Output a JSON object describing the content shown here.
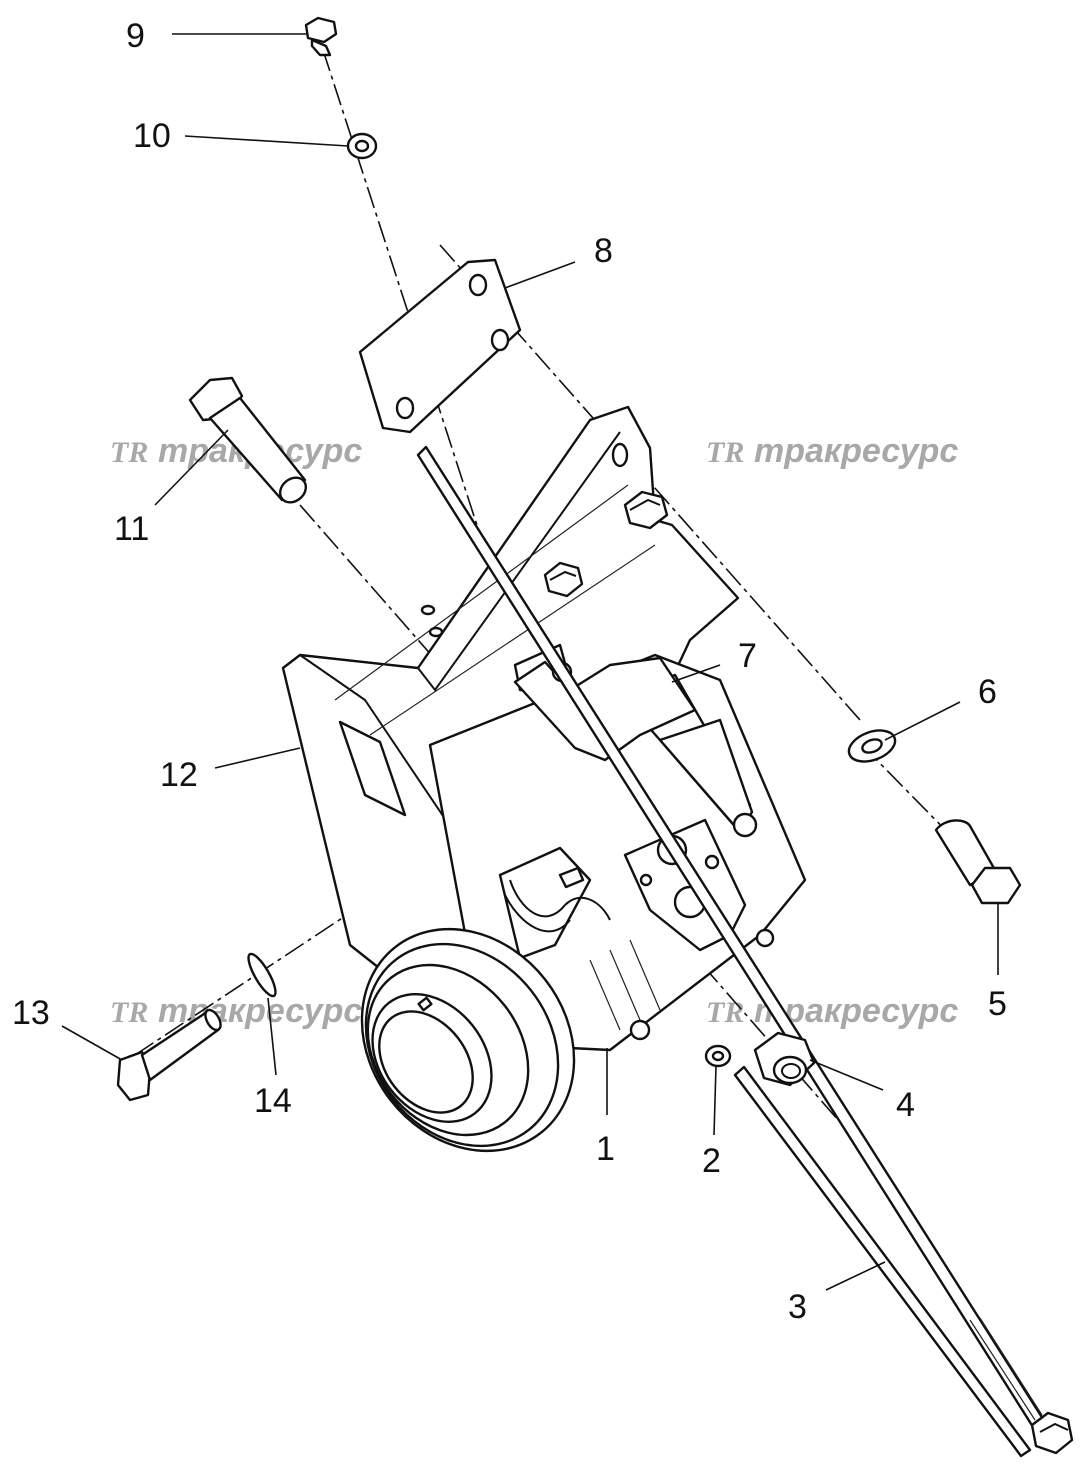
{
  "watermark": {
    "logo": "TR",
    "text": "тракресурс"
  },
  "callouts": [
    {
      "id": "1",
      "label": "1"
    },
    {
      "id": "2",
      "label": "2"
    },
    {
      "id": "3",
      "label": "3"
    },
    {
      "id": "4",
      "label": "4"
    },
    {
      "id": "5",
      "label": "5"
    },
    {
      "id": "6",
      "label": "6"
    },
    {
      "id": "7",
      "label": "7"
    },
    {
      "id": "8",
      "label": "8"
    },
    {
      "id": "9",
      "label": "9"
    },
    {
      "id": "10",
      "label": "10"
    },
    {
      "id": "11",
      "label": "11"
    },
    {
      "id": "12",
      "label": "12"
    },
    {
      "id": "13",
      "label": "13"
    },
    {
      "id": "14",
      "label": "14"
    }
  ],
  "colors": {
    "line": "#111111",
    "watermark": "#a8a8a8",
    "background": "#ffffff"
  }
}
